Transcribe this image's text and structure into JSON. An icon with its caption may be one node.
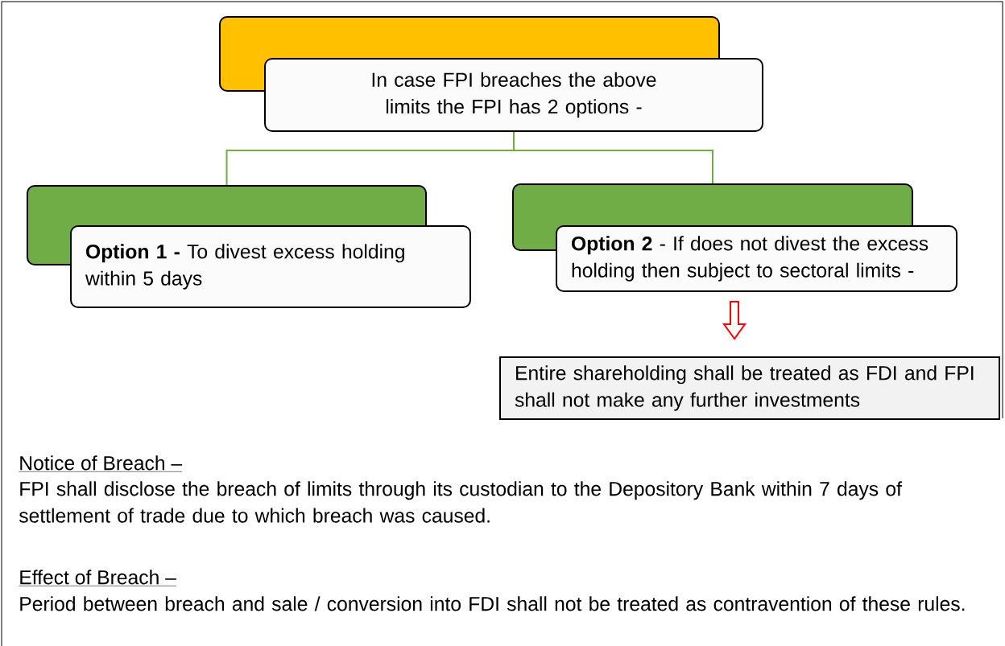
{
  "diagram": {
    "nodes": [
      {
        "text": [],
        "shape": "box"
      },
      {
        "text": [
          "In case FPI breaches the above limits the FPI has 2 options -"
        ]
      },
      {
        "text": [],
        "shape": "box"
      },
      {
        "text": [
          "**Option 1 -** To divest excess holding within 5 days"
        ]
      },
      {
        "text": [],
        "shape": "box"
      },
      {
        "text": [
          "**Option 2** - If does not divest the excess holding then subject to sectoral limits -"
        ]
      },
      {
        "text": [
          "Entire shareholding shall be treated as FDI and FPI shall not make any further investments"
        ]
      }
    ],
    "edges": [
      {
        "from": 1,
        "to": 2,
        "arrow": "none"
      },
      {
        "from": 1,
        "to": 4,
        "arrow": "none"
      },
      {
        "from": 5,
        "to": 6,
        "arrow": "to",
        "color": "#ff0000"
      }
    ],
    "labels": [
      "Notice of Breach –",
      "FPI shall disclose the breach of limits through its custodian to the Depository Bank within 7 days of settlement of trade due to which breach was caused.",
      "Effect of Breach –",
      "Period between breach and sale / conversion into FDI shall not be treated as contravention of these rules."
    ]
  }
}
